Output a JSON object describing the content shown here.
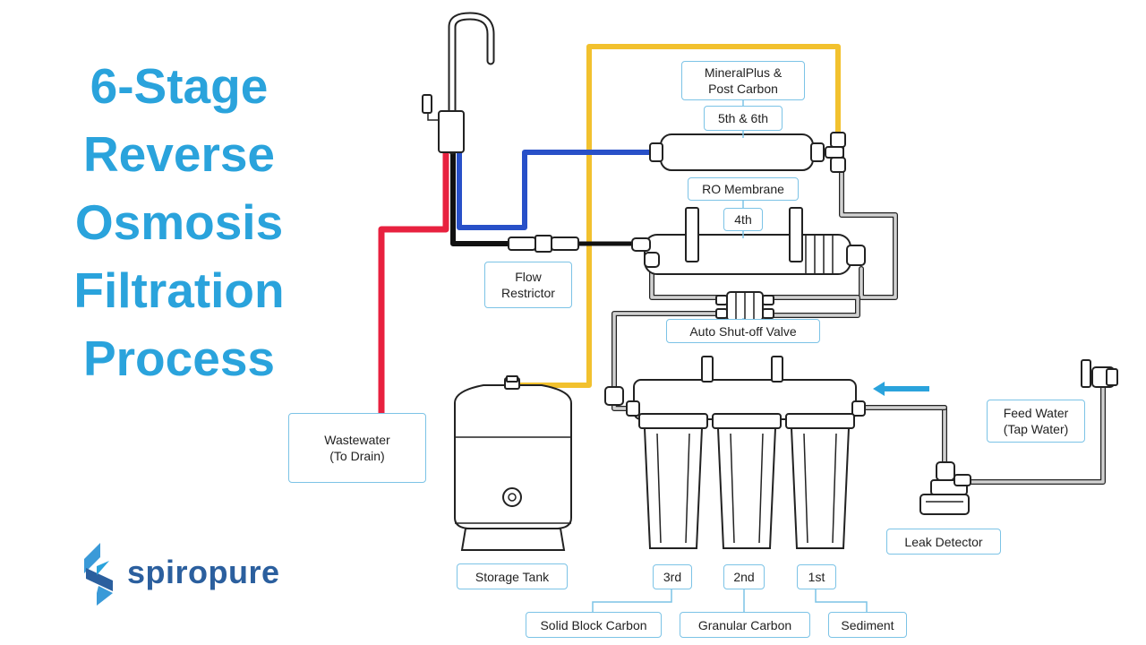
{
  "title_lines": [
    "6-Stage",
    "Reverse",
    "Osmosis",
    "Filtration",
    "Process"
  ],
  "labels": {
    "mineral_line1": "MineralPlus &",
    "mineral_line2": "Post Carbon",
    "stage_5_6": "5th & 6th",
    "ro_membrane": "RO Membrane",
    "stage_4": "4th",
    "flow_line1": "Flow",
    "flow_line2": "Restrictor",
    "auto_shutoff": "Auto Shut-off Valve",
    "wastewater_line1": "Wastewater",
    "wastewater_line2": "(To Drain)",
    "feed_line1": "Feed Water",
    "feed_line2": "(Tap Water)",
    "storage_tank": "Storage Tank",
    "leak_detector": "Leak Detector",
    "stage_3": "3rd",
    "stage_2": "2nd",
    "stage_1": "1st",
    "solid_block_carbon": "Solid Block Carbon",
    "granular_carbon": "Granular Carbon",
    "sediment": "Sediment"
  },
  "logo": {
    "text": "spiropure"
  },
  "colors": {
    "title": "#2aa3dc",
    "drain_line": "#e8213f",
    "clean_line": "#2850c8",
    "tank_line": "#f2c12e",
    "feed_line": "#d2d2d2",
    "outline": "#222222",
    "label_border": "#7cc3e6",
    "arrow": "#2aa3dc",
    "logo": "#2b5f9e"
  }
}
